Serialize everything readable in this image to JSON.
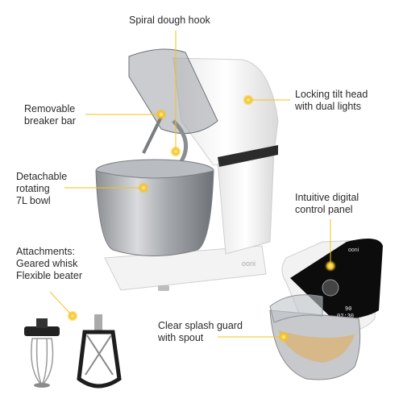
{
  "callouts": {
    "dough_hook": "Spiral dough hook",
    "breaker_bar": [
      "Removable",
      "breaker bar"
    ],
    "tilt_head": [
      "Locking tilt head",
      "with dual lights"
    ],
    "bowl": [
      "Detachable",
      "rotating",
      "7L bowl"
    ],
    "control_panel": [
      "Intuitive digital",
      "control panel"
    ],
    "attachments": [
      "Attachments:",
      "Geared whisk",
      "Flexible beater"
    ],
    "splash_guard": [
      "Clear splash guard",
      "with spout"
    ]
  },
  "brand_mark": "ooni",
  "display_readout": [
    "90",
    "02:30"
  ],
  "colors": {
    "callout_dot": "#f6c21b",
    "callout_line": "#f6c21b",
    "display": "#0c0c0c"
  }
}
